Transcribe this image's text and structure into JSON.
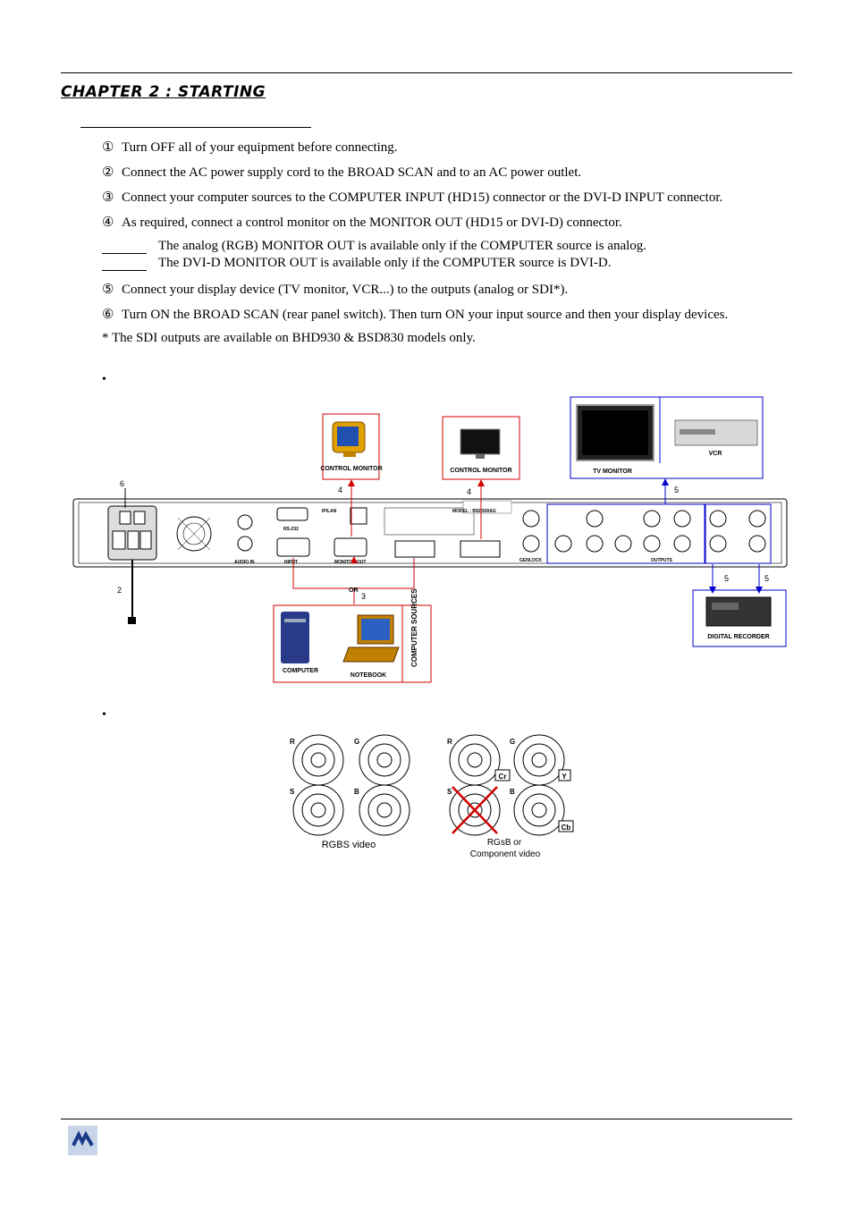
{
  "chapter_title": "CHAPTER 2 : STARTING",
  "steps": [
    {
      "num": "①",
      "text": "Turn OFF all of your equipment before connecting."
    },
    {
      "num": "②",
      "text": "Connect the AC power supply cord to the BROAD SCAN and to an AC power outlet."
    },
    {
      "num": "③",
      "text": "Connect your computer sources to the COMPUTER INPUT (HD15) connector or the DVI-D INPUT connector."
    },
    {
      "num": "④",
      "text": "As required, connect a control monitor on the MONITOR OUT (HD15 or DVI-D) connector."
    }
  ],
  "notes": [
    "The analog (RGB) MONITOR OUT is available only if the COMPUTER source is analog.",
    "The DVI-D MONITOR OUT is available only if the COMPUTER source is DVI-D."
  ],
  "steps2": [
    {
      "num": "⑤",
      "text": "Connect your display device (TV monitor, VCR...) to the outputs (analog or SDI*)."
    },
    {
      "num": "⑥",
      "text": "Turn ON the BROAD SCAN (rear panel switch). Then turn ON your input source and then your display devices."
    }
  ],
  "footnote": "* The SDI outputs are available on BHD930 & BSD830 models only.",
  "bullet": "•",
  "diagram": {
    "control_monitor": "CONTROL MONITOR",
    "tv_monitor": "TV MONITOR",
    "vcr": "VCR",
    "digital_recorder": "DIGITAL RECORDER",
    "computer": "COMPUTER",
    "notebook": "NOTEBOOK",
    "computer_sources": "COMPUTER SOURCES",
    "or": "OR",
    "outputs": "OUTPUTS",
    "model": "MODEL : BSD930AG",
    "genlock": "GENLOCK",
    "audio_in": "AUDIO IN",
    "input": "INPUT",
    "monitor_out": "MONITOR OUT",
    "rs232": "RS-232",
    "ip_lan": "IP/LAN",
    "callouts": {
      "c6": "6",
      "c4a": "4",
      "c4b": "4",
      "c5a": "5",
      "c2": "2",
      "c3": "3",
      "c5b": "5",
      "c5c": "5"
    }
  },
  "bnc": {
    "left": {
      "labels": [
        "R",
        "G",
        "S",
        "B"
      ],
      "caption": "RGBS video"
    },
    "right": {
      "labels": [
        "R",
        "G",
        "S",
        "B"
      ],
      "tags": [
        "Cr",
        "Y",
        "Cb"
      ],
      "caption1": "RGsB or",
      "caption2": "Component video"
    }
  },
  "colors": {
    "red": "#d00000",
    "blue": "#0000cc"
  }
}
